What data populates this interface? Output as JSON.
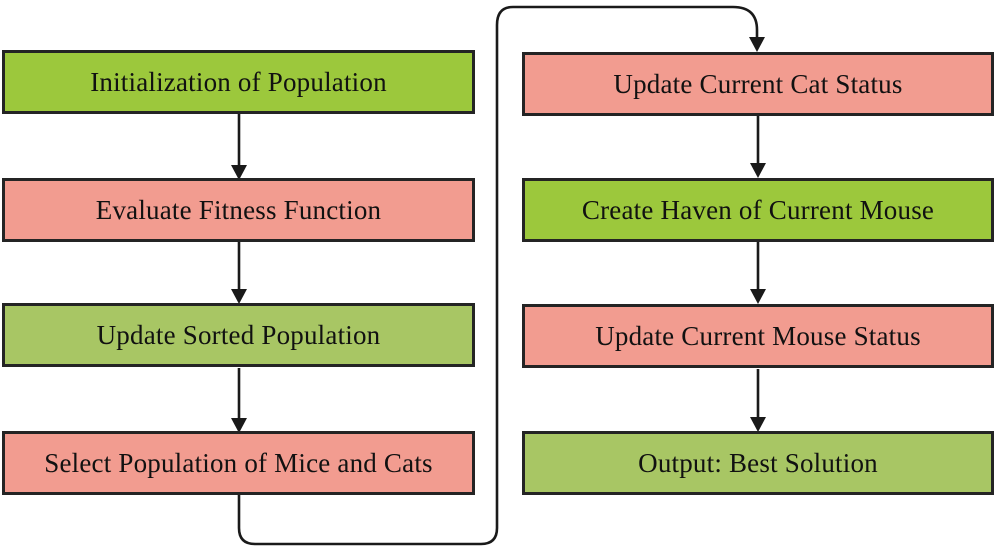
{
  "diagram": {
    "type": "flowchart",
    "description": "Two-column algorithm flowchart with a loop connector from the last left-column step to the first right-column step"
  },
  "colors": {
    "green_bright": "#9cc83c",
    "green_muted": "#a8c664",
    "salmon": "#f29c90",
    "box_border": "#242424",
    "arrow": "#1a1a1a",
    "background": "#ffffff",
    "text": "#111111"
  },
  "nodes": [
    {
      "label": "Initialization of Population",
      "color": "#9cc83c",
      "column": "left",
      "row": 1
    },
    {
      "label": "Evaluate Fitness Function",
      "color": "#f29c90",
      "column": "left",
      "row": 2
    },
    {
      "label": "Update Sorted Population",
      "color": "#a8c664",
      "column": "left",
      "row": 3
    },
    {
      "label": "Select Population of Mice and Cats",
      "color": "#f29c90",
      "column": "left",
      "row": 4
    },
    {
      "label": "Update Current Cat Status",
      "color": "#f29c90",
      "column": "right",
      "row": 1
    },
    {
      "label": "Create Haven of Current Mouse",
      "color": "#9cc83c",
      "column": "right",
      "row": 2
    },
    {
      "label": "Update Current Mouse Status",
      "color": "#f29c90",
      "column": "right",
      "row": 3
    },
    {
      "label": "Output: Best Solution",
      "color": "#a8c664",
      "column": "right",
      "row": 4
    }
  ],
  "edges": [
    {
      "from": "Initialization of Population",
      "to": "Evaluate Fitness Function",
      "style": "straight-down"
    },
    {
      "from": "Evaluate Fitness Function",
      "to": "Update Sorted Population",
      "style": "straight-down"
    },
    {
      "from": "Update Sorted Population",
      "to": "Select Population of Mice and Cats",
      "style": "straight-down"
    },
    {
      "from": "Select Population of Mice and Cats",
      "to": "Update Current Cat Status",
      "style": "loop-around-bottom-and-top"
    },
    {
      "from": "Update Current Cat Status",
      "to": "Create Haven of Current Mouse",
      "style": "straight-down"
    },
    {
      "from": "Create Haven of Current Mouse",
      "to": "Update Current Mouse Status",
      "style": "straight-down"
    },
    {
      "from": "Update Current Mouse Status",
      "to": "Output: Best Solution",
      "style": "straight-down"
    }
  ]
}
